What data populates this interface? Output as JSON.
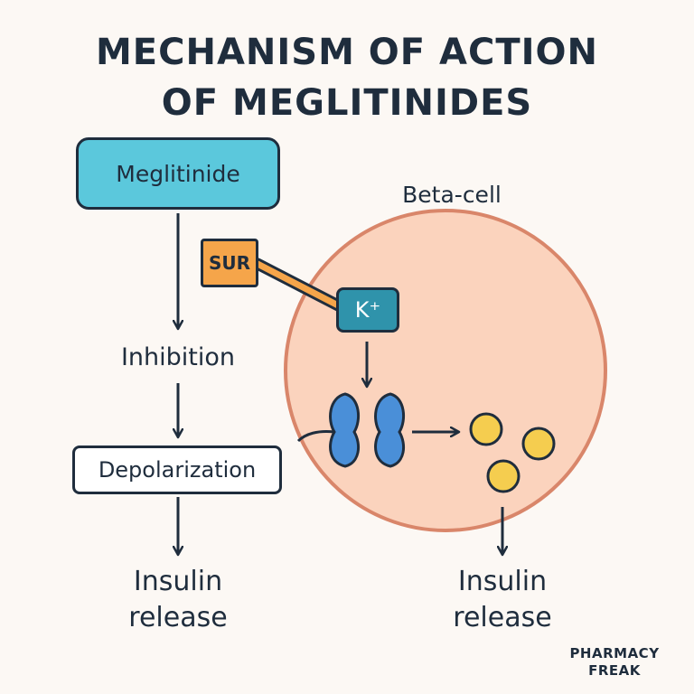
{
  "title": {
    "line1": "MECHANISM OF ACTION",
    "line2": "OF MEGLITINIDES"
  },
  "left_flow": {
    "drug_box": "Meglitinide",
    "step1": "Inhibition",
    "step2_box": "Depolarization",
    "outcome_line1": "Insulin",
    "outcome_line2": "release"
  },
  "cell": {
    "label": "Beta-cell",
    "receptor": "SUR",
    "channel": "K⁺",
    "outcome_line1": "Insulin",
    "outcome_line2": "release"
  },
  "brand": {
    "line1": "PHARMACY",
    "line2": "FREAK"
  },
  "colors": {
    "text": "#1f2d3d",
    "drug_box": "#5bc8dc",
    "cell_fill": "#fbd3bd",
    "cell_border": "#d9866a",
    "sur_box": "#f5a54a",
    "channel_box": "#2f93ab",
    "channel_protein": "#4a8fd8",
    "insulin_granule": "#f5cd4f"
  }
}
